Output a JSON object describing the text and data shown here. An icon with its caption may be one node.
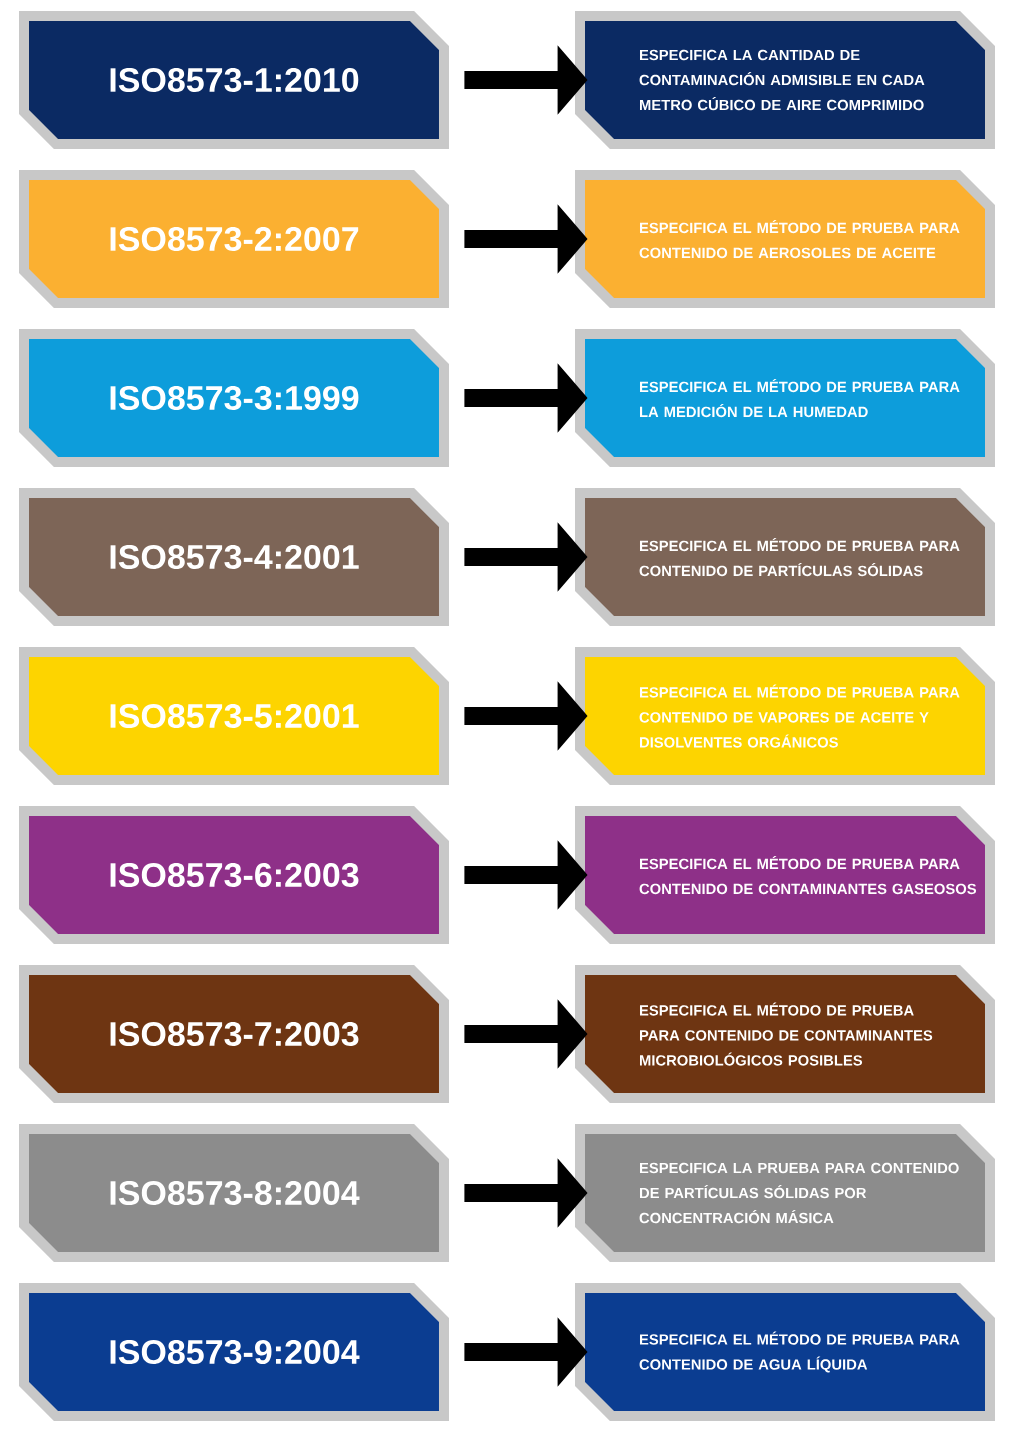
{
  "diagram": {
    "nodes": [
      {
        "text": [
          "ISO8573-1:2010"
        ]
      },
      {
        "text": [
          "ESPECIFICA LA CANTIDAD DE CONTAMINACIÓN ADMISIBLE EN CADA METRO CÚBICO DE AIRE COMPRIMIDO"
        ]
      },
      {
        "text": [
          "ISO8573-2:2007"
        ]
      },
      {
        "text": [
          "ESPECIFICA EL MÉTODO DE PRUEBA PARA CONTENIDO DE AEROSOLES DE ACEITE"
        ]
      },
      {
        "text": [
          "ISO8573-3:1999"
        ]
      },
      {
        "text": [
          "ESPECIFICA EL MÉTODO DE PRUEBA PARA LA MEDICIÓN DE LA HUMEDAD"
        ]
      },
      {
        "text": [
          "ISO8573-4:2001"
        ]
      },
      {
        "text": [
          "ESPECIFICA EL MÉTODO DE PRUEBA PARA CONTENIDO DE PARTÍCULAS SÓLIDAS"
        ]
      },
      {
        "text": [
          "ISO8573-5:2001"
        ]
      },
      {
        "text": [
          "ESPECIFICA EL MÉTODO DE PRUEBA PARA CONTENIDO DE VAPORES DE ACEITE Y DISOLVENTES ORGÁNICOS"
        ]
      },
      {
        "text": [
          "ISO8573-6:2003"
        ]
      },
      {
        "text": [
          "ESPECIFICA EL MÉTODO DE PRUEBA PARA CONTENIDO DE CONTAMINANTES GASEOSOS"
        ]
      },
      {
        "text": [
          "ISO8573-7:2003"
        ]
      },
      {
        "text": [
          "ESPECIFICA EL MÉTODO DE PRUEBA PARA CONTENIDO DE CONTAMINANTES MICROBIOLÓGICOS POSIBLES"
        ]
      },
      {
        "text": [
          "ISO8573-8:2004"
        ]
      },
      {
        "text": [
          "ESPECIFICA LA PRUEBA PARA CONTENIDO DE PARTÍCULAS SÓLIDAS POR CONCENTRACIÓN MÁSICA"
        ]
      },
      {
        "text": [
          "ISO8573-9:2004"
        ]
      },
      {
        "text": [
          "ESPECIFICA EL MÉTODO DE PRUEBA PARA CONTENIDO DE AGUA LÍQUIDA"
        ]
      }
    ],
    "edges": [
      {
        "from": 0,
        "to": 1,
        "arrow": "to"
      },
      {
        "from": 2,
        "to": 3,
        "arrow": "to"
      },
      {
        "from": 4,
        "to": 5,
        "arrow": "to"
      },
      {
        "from": 6,
        "to": 7,
        "arrow": "to"
      },
      {
        "from": 8,
        "to": 9,
        "arrow": "to"
      },
      {
        "from": 10,
        "to": 11,
        "arrow": "to"
      },
      {
        "from": 12,
        "to": 13,
        "arrow": "to"
      },
      {
        "from": 14,
        "to": 15,
        "arrow": "to"
      },
      {
        "from": 16,
        "to": 17,
        "arrow": "to"
      }
    ]
  }
}
